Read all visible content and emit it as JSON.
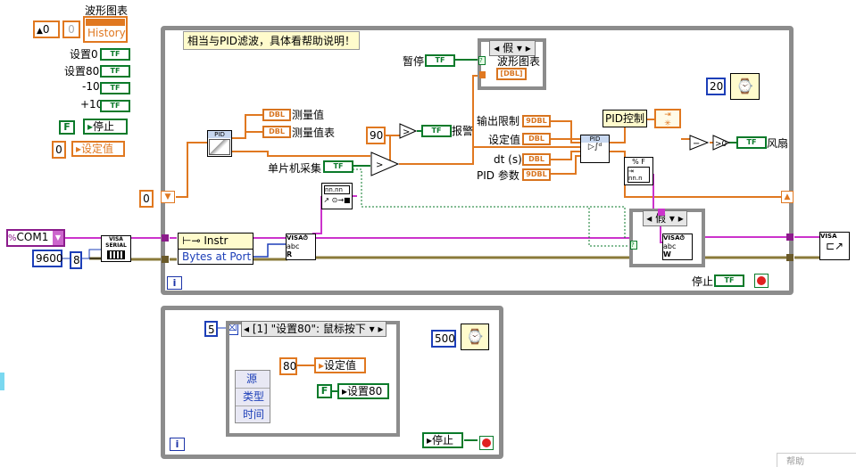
{
  "colors": {
    "orange": "#e07820",
    "blue": "#1d3fb8",
    "green": "#0a7a2a",
    "pink": "#cc33cc",
    "olive": "#8a7a3a",
    "gray": "#8c8c8c"
  },
  "left_panel": {
    "graph_label": "波形图表",
    "graph_value": "0",
    "history_label": "History",
    "history_index": "0",
    "set0": "设置0",
    "set80": "设置80",
    "minus10": "-10",
    "plus10": "+10",
    "stop_const": "F",
    "stop_local": "停止",
    "setpoint_const": "0",
    "setpoint_local": "设定值"
  },
  "serial": {
    "resource": "COM1",
    "baud": "9600",
    "databits": "8",
    "visa_configure": "VISA SERIAL",
    "property_class": "Instr",
    "property_name": "Bytes at Port",
    "read_label": "R",
    "write_label": "W",
    "close_label": "VISA"
  },
  "main_loop": {
    "comment": "相当与PID滤波，具体看帮助说明！",
    "pause_label": "暂停",
    "case_selector": "假",
    "graph_local": "波形图表",
    "pid_filter_title": "PID",
    "measured_value": "测量值",
    "measured_chart": "测量值表",
    "mcu_collect": "单片机采集",
    "threshold": "90",
    "alarm": "报警",
    "output_limit": "输出限制",
    "setpoint": "设定值",
    "dt": "dt (s)",
    "pid_params": "PID 参数",
    "pid_title": "PID",
    "pid_control": "PID控制",
    "fan": "风扇",
    "wait_ms": "20",
    "shift_init": "0",
    "case2_selector": "假",
    "stop_label": "停止",
    "iter": "i"
  },
  "event_loop": {
    "timeout": "5",
    "event_case": "[1] \"设置80\": 鼠标按下",
    "event_data": [
      "源",
      "类型",
      "时间"
    ],
    "const80": "80",
    "setpoint_local": "设定值",
    "f_const": "F",
    "set80_local": "设置80",
    "wait_ms": "500",
    "stop_local": "停止",
    "iter": "i"
  },
  "terminal_types": {
    "tf": "TF",
    "dbl": "DBL",
    "arr_dbl": "[DBL]",
    "u16": "9DBL"
  },
  "corner_text": "帮助"
}
